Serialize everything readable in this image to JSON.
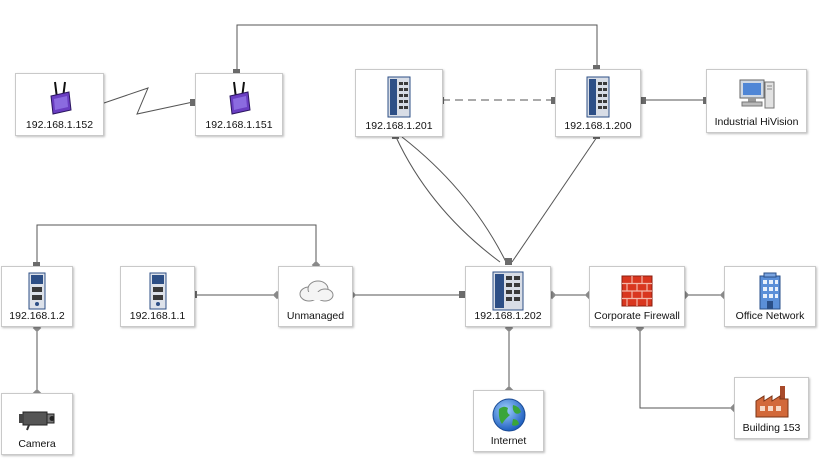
{
  "nodes": {
    "n152": {
      "label": "192.168.1.152",
      "icon": "wireless-access-point-icon"
    },
    "n151": {
      "label": "192.168.1.151",
      "icon": "wireless-access-point-icon"
    },
    "n201": {
      "label": "192.168.1.201",
      "icon": "managed-switch-icon"
    },
    "n200": {
      "label": "192.168.1.200",
      "icon": "managed-switch-icon"
    },
    "hivision": {
      "label": "Industrial HiVision",
      "icon": "computer-icon"
    },
    "n2": {
      "label": "192.168.1.2",
      "icon": "rail-switch-icon"
    },
    "n1": {
      "label": "192.168.1.1",
      "icon": "rail-switch-icon"
    },
    "unmanaged": {
      "label": "Unmanaged",
      "icon": "cloud-icon"
    },
    "n202": {
      "label": "192.168.1.202",
      "icon": "managed-switch-icon"
    },
    "firewall": {
      "label": "Corporate Firewall",
      "icon": "firewall-icon"
    },
    "office": {
      "label": "Office Network",
      "icon": "building-icon"
    },
    "camera": {
      "label": "Camera",
      "icon": "camera-icon"
    },
    "internet": {
      "label": "Internet",
      "icon": "globe-icon"
    },
    "building153": {
      "label": "Building 153",
      "icon": "factory-icon"
    }
  },
  "colors": {
    "link": "#555555",
    "port": "#6b6b6b",
    "firewall": "#d9361f",
    "device_blue": "#2d4f86",
    "globe": "#2a6fd1"
  }
}
